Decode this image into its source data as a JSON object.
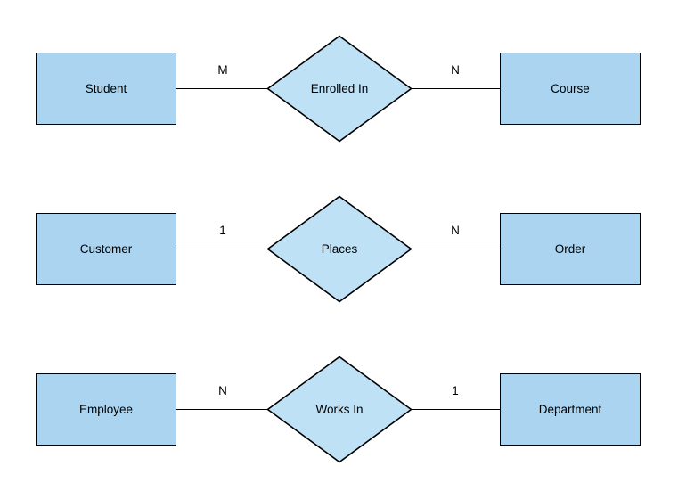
{
  "diagram": {
    "type": "entity-relationship-diagram",
    "background_color": "#ffffff",
    "entity_fill": "#aad4ef",
    "relationship_fill": "#bfe1f6",
    "stroke_color": "#000000",
    "text_color": "#000000",
    "rows": [
      {
        "left_entity": "Student",
        "left_cardinality": "M",
        "relationship": "Enrolled In",
        "right_cardinality": "N",
        "right_entity": "Course"
      },
      {
        "left_entity": "Customer",
        "left_cardinality": "1",
        "relationship": "Places",
        "right_cardinality": "N",
        "right_entity": "Order"
      },
      {
        "left_entity": "Employee",
        "left_cardinality": "N",
        "relationship": "Works In",
        "right_cardinality": "1",
        "right_entity": "Department"
      }
    ]
  }
}
